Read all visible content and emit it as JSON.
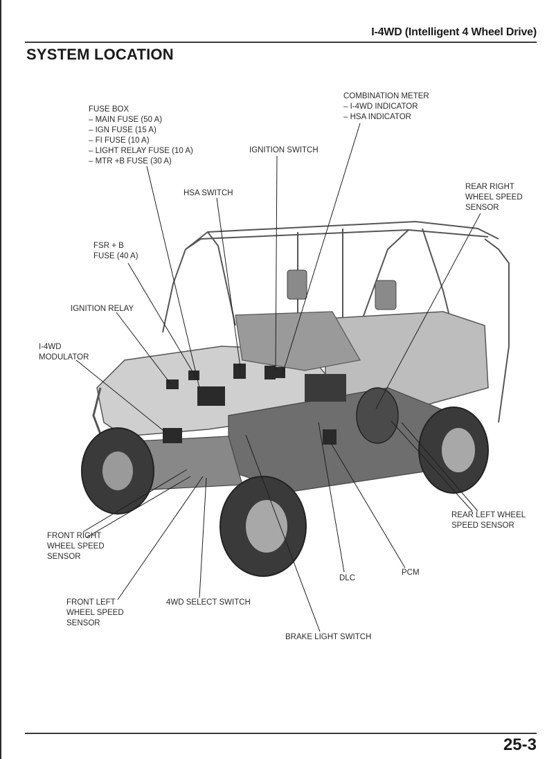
{
  "header": {
    "chapter_title": "I-4WD (Intelligent 4 Wheel Drive)"
  },
  "section": {
    "title": "SYSTEM LOCATION"
  },
  "labels": {
    "fuse_box": {
      "title": "FUSE BOX",
      "items": [
        "– MAIN FUSE (50 A)",
        "– IGN FUSE (15 A)",
        "– FI FUSE (10 A)",
        "– LIGHT RELAY FUSE (10 A)",
        "– MTR +B FUSE (30 A)"
      ]
    },
    "combination_meter": {
      "title": "COMBINATION METER",
      "items": [
        "– I-4WD INDICATOR",
        "– HSA INDICATOR"
      ]
    },
    "ignition_switch": "IGNITION SWITCH",
    "hsa_switch": "HSA SWITCH",
    "rear_right_sensor": [
      "REAR RIGHT",
      "WHEEL SPEED",
      "SENSOR"
    ],
    "fsr_fuse": [
      "FSR + B",
      "FUSE (40 A)"
    ],
    "ignition_relay": "IGNITION RELAY",
    "modulator": [
      "I-4WD",
      "MODULATOR"
    ],
    "rear_left_sensor": [
      "REAR LEFT WHEEL",
      "SPEED SENSOR"
    ],
    "front_right_sensor": [
      "FRONT RIGHT",
      "WHEEL SPEED",
      "SENSOR"
    ],
    "front_left_sensor": [
      "FRONT LEFT",
      "WHEEL SPEED",
      "SENSOR"
    ],
    "select_switch": "4WD SELECT SWITCH",
    "dlc": "DLC",
    "pcm": "PCM",
    "brake_light_switch": "BRAKE LIGHT SWITCH"
  },
  "footer": {
    "page_number": "25-3"
  }
}
